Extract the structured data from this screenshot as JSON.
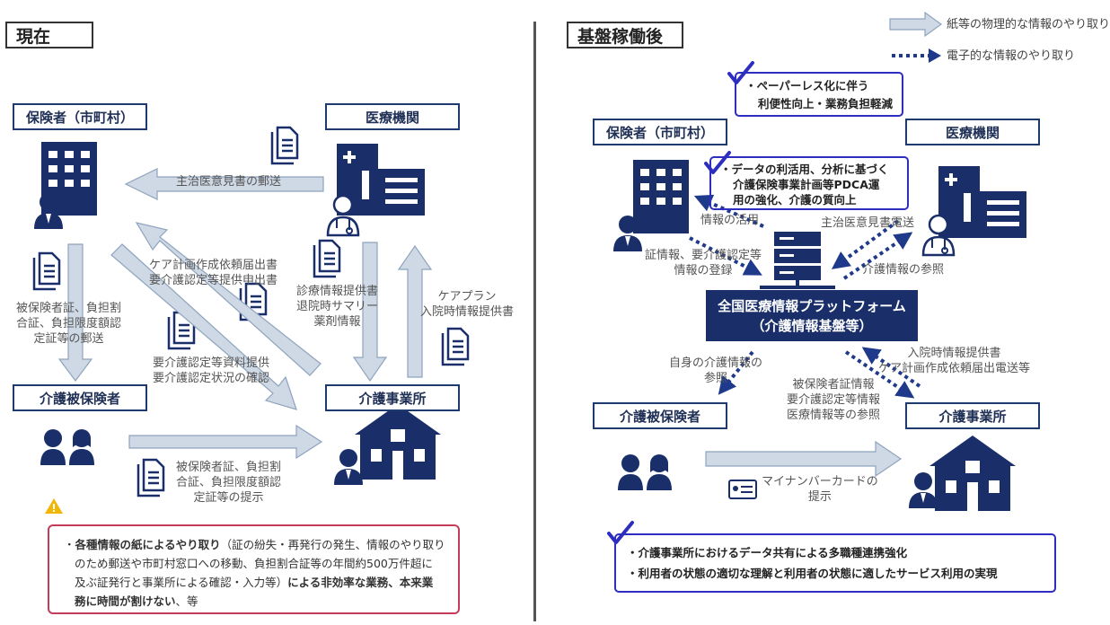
{
  "left": {
    "title": "現在",
    "insurer": "保険者（市町村）",
    "medical": "医療機関",
    "insured": "介護被保険者",
    "provider": "介護事業所",
    "arrow_mail_opinion": "主治医意見書の郵送",
    "arrow_care_plan_request": [
      "ケア計画作成依頼届出書",
      "要介護認定等提供申出書"
    ],
    "arrow_cert_mail": [
      "被保険者証、負担割",
      "合証、負担限度額認",
      "定証等の郵送"
    ],
    "arrow_medical_info": [
      "診療情報提供書",
      "退院時サマリー",
      "薬剤情報"
    ],
    "arrow_care_plan": [
      "ケアプラン",
      "入院時情報提供書"
    ],
    "arrow_care_docs": [
      "要介護認定等資料提供",
      "要介護認定状況の確認"
    ],
    "arrow_cert_show": [
      "被保険者証、負担割",
      "合証、負担限度額認",
      "定証等の提示"
    ],
    "warning_strong": "各種情報の紙によるやり取り",
    "warning_rest1": "（証の紛失・再発行の発生、情報のやり取り",
    "warning_line2": "のため郵送や市町村窓口への移動、負担割合証等の年間約500万件超に",
    "warning_line3a": "及ぶ証発行と事業所による確認・入力等）",
    "warning_line3b": "による非効率な業務、本来業",
    "warning_line4a": "務に時間が割けない",
    "warning_line4b": "、等"
  },
  "right": {
    "title": "基盤稼働後",
    "legend_paper": "紙等の物理的な情報のやり取り",
    "legend_electronic": "電子的な情報のやり取り",
    "insurer": "保険者（市町村）",
    "medical": "医療機関",
    "insured": "介護被保険者",
    "provider": "介護事業所",
    "benefit_paperless": [
      "ペーパーレス化に伴う",
      "利便性向上・業務負担軽減"
    ],
    "benefit_data": [
      "データの利活用、分析に基づく",
      "介護保険事業計画等PDCA運",
      "用の強化、介護の質向上"
    ],
    "platform": [
      "全国医療情報プラットフォーム",
      "（介護情報基盤等）"
    ],
    "label_info_use": "情報の活用",
    "label_register": [
      "証情報、要介護認定等",
      "情報の登録"
    ],
    "label_opinion_e": "主治医意見書電送",
    "label_care_ref": "介護情報の参照",
    "label_self_ref": [
      "自身の介護情報の",
      "参照"
    ],
    "label_provider_send": [
      "入院時情報提供書",
      "ケア計画作成依頼届出電送等"
    ],
    "label_provider_ref": [
      "被保険者証情報",
      "要介護認定等情報",
      "医療情報等の参照"
    ],
    "label_mynumber": [
      "マイナンバーカードの",
      "提示"
    ],
    "bottom_items": [
      "介護事業所におけるデータ共有による多職種連携強化",
      "利用者の状態の適切な理解と利用者の状態に適したサービス利用の実現"
    ]
  },
  "colors": {
    "navy": "#1a2f6a",
    "arrow_fill": "#cfd9e6",
    "arrow_stroke": "#8ea3bd",
    "electronic_arrow": "#1f3a8a",
    "warning_border": "#c43c5a",
    "blue_border": "#2d2ec0",
    "warning_icon": "#f2b705"
  }
}
